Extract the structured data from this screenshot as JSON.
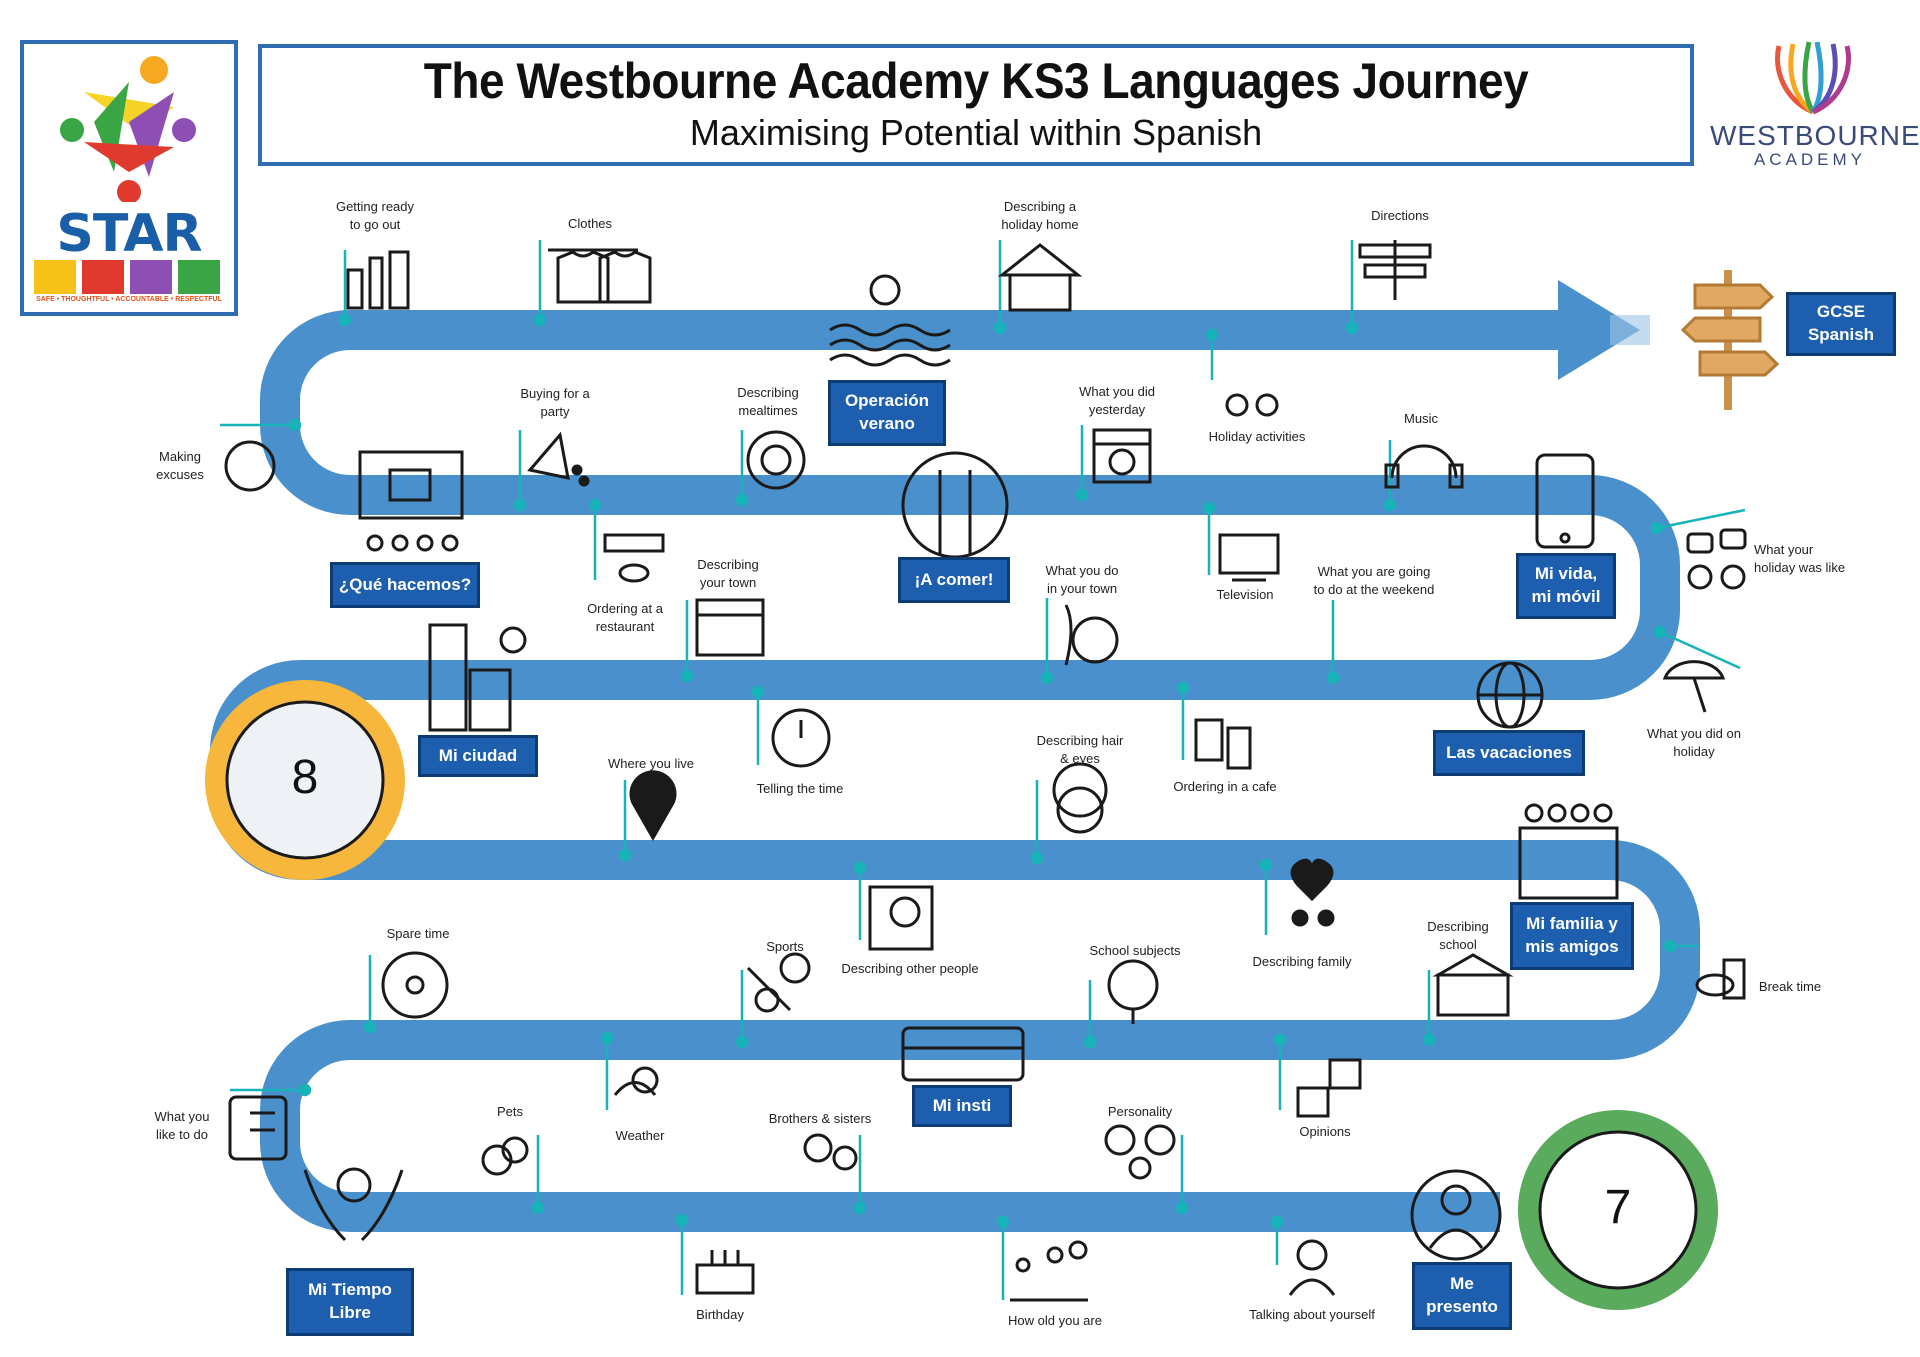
{
  "header": {
    "title": "The Westbourne Academy KS3 Languages Journey",
    "subtitle": "Maximising Potential within Spanish"
  },
  "star_logo": {
    "word": "STAR",
    "values": "SAFE • THOUGHTFUL • ACCOUNTABLE • RESPECTFUL"
  },
  "school_logo": {
    "name": "WESTBOURNE",
    "sub": "ACADEMY"
  },
  "milestones": {
    "start_year": "7",
    "end_year": "8"
  },
  "destination": "GCSE\nSpanish",
  "units": [
    "Me\npresento",
    "Mi Tiempo\nLibre",
    "Mi insti",
    "Mi familia y\nmis amigos",
    "Mi ciudad",
    "Las vacaciones",
    "Mi vida,\nmi móvil",
    "¡A comer!",
    "¿Qué hacemos?",
    "Operación\nverano"
  ],
  "topics": [
    "Talking about yourself",
    "How old you are",
    "Birthday",
    "Personality",
    "Opinions",
    "Brothers & sisters",
    "Weather",
    "Pets",
    "What you\nlike to do",
    "Spare time",
    "Sports",
    "School subjects",
    "Describing\nschool",
    "Break time",
    "Describing family",
    "Describing hair\n& eyes",
    "Describing other people",
    "Where you live",
    "Telling the time",
    "Ordering in a cafe",
    "What you do\nin your town",
    "Describing\nyour town",
    "What you are going\nto do at the weekend",
    "What you did on\nholiday",
    "What your\nholiday was like",
    "Music",
    "Television",
    "What you did\nyesterday",
    "Describing\nmealtimes",
    "Ordering at a\nrestaurant",
    "Buying for a\nparty",
    "Making\nexcuses",
    "Getting ready\nto go out",
    "Clothes",
    "Describing a\nholiday home",
    "Holiday activities",
    "Directions"
  ],
  "colors": {
    "road": "#4a90cc",
    "unit_box": "#1d5fae",
    "ring_start": "#5aab5e",
    "ring_end": "#f6b73c",
    "connector": "#17b3b8"
  }
}
